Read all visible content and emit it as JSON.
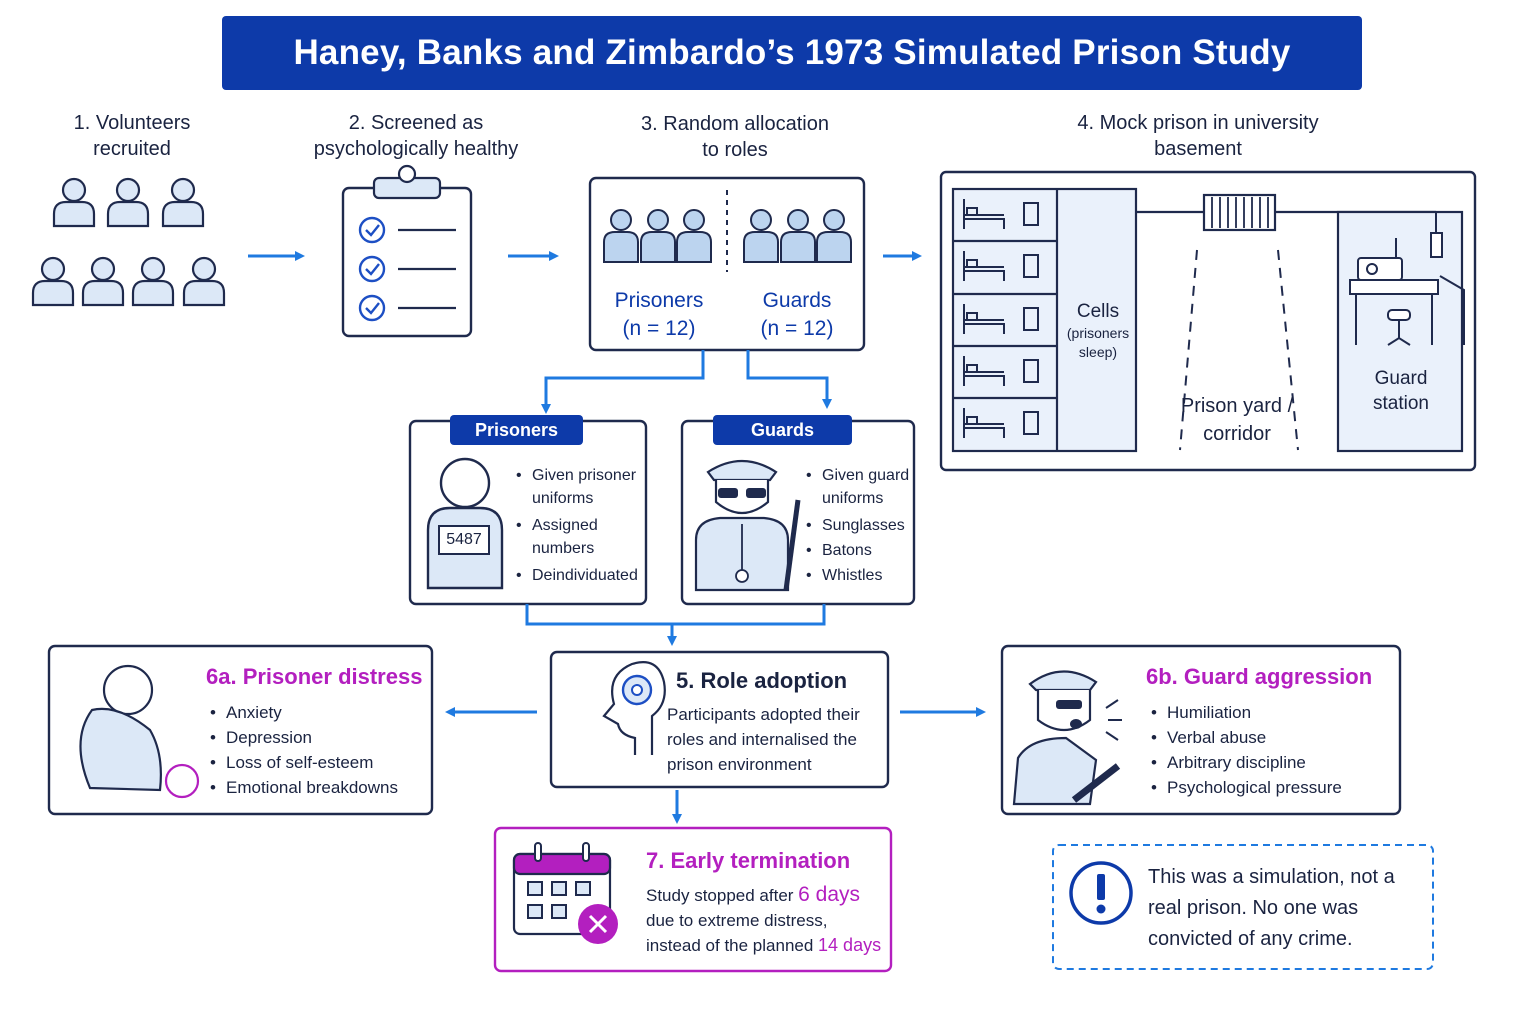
{
  "title": "Haney, Banks and Zimbardo’s 1973 Simulated Prison Study",
  "steps": {
    "s1": {
      "line1": "1. Volunteers",
      "line2": "recruited"
    },
    "s2": {
      "line1": "2. Screened as",
      "line2": "psychologically healthy"
    },
    "s3": {
      "line1": "3. Random allocation",
      "line2": "to roles",
      "prisoners": "Prisoners",
      "prisoners_n": "(n = 12)",
      "guards": "Guards",
      "guards_n": "(n = 12)"
    },
    "s4": {
      "line1": "4. Mock prison in university",
      "line2": "basement",
      "cells": "Cells",
      "cells_note1": "(prisoners",
      "cells_note2": "sleep)",
      "yard1": "Prison yard /",
      "yard2": "corridor",
      "station1": "Guard",
      "station2": "station"
    }
  },
  "prisoners_card": {
    "tab": "Prisoners",
    "badge": "5487",
    "items": [
      "Given prisoner uniforms",
      "Assigned numbers",
      "Deindividuated"
    ]
  },
  "guards_card": {
    "tab": "Guards",
    "items": [
      "Given guard uniforms",
      "Sunglasses",
      "Batons",
      "Whistles"
    ]
  },
  "role_adoption": {
    "title": "5. Role adoption",
    "lines": [
      "Participants adopted their",
      "roles and internalised the",
      "prison environment"
    ]
  },
  "prisoner_distress": {
    "title": "6a. Prisoner distress",
    "items": [
      "Anxiety",
      "Depression",
      "Loss of self-esteem",
      "Emotional breakdowns"
    ]
  },
  "guard_aggression": {
    "title": "6b. Guard aggression",
    "items": [
      "Humiliation",
      "Verbal abuse",
      "Arbitrary discipline",
      "Psychological pressure"
    ]
  },
  "termination": {
    "title": "7. Early termination",
    "l1a": "Study stopped after ",
    "l1b": "6 days",
    "l2": "due to extreme distress,",
    "l3a": "instead of the planned ",
    "l3b": "14 days"
  },
  "note": {
    "lines": [
      "This was a simulation, not a",
      "real prison. No one was",
      "convicted of any crime."
    ]
  },
  "colors": {
    "navy": "#0d3aa9",
    "arrow": "#1f7ae0",
    "purple": "#b31fbf",
    "outline": "#1f2a4d",
    "fill": "#dce8f7"
  }
}
